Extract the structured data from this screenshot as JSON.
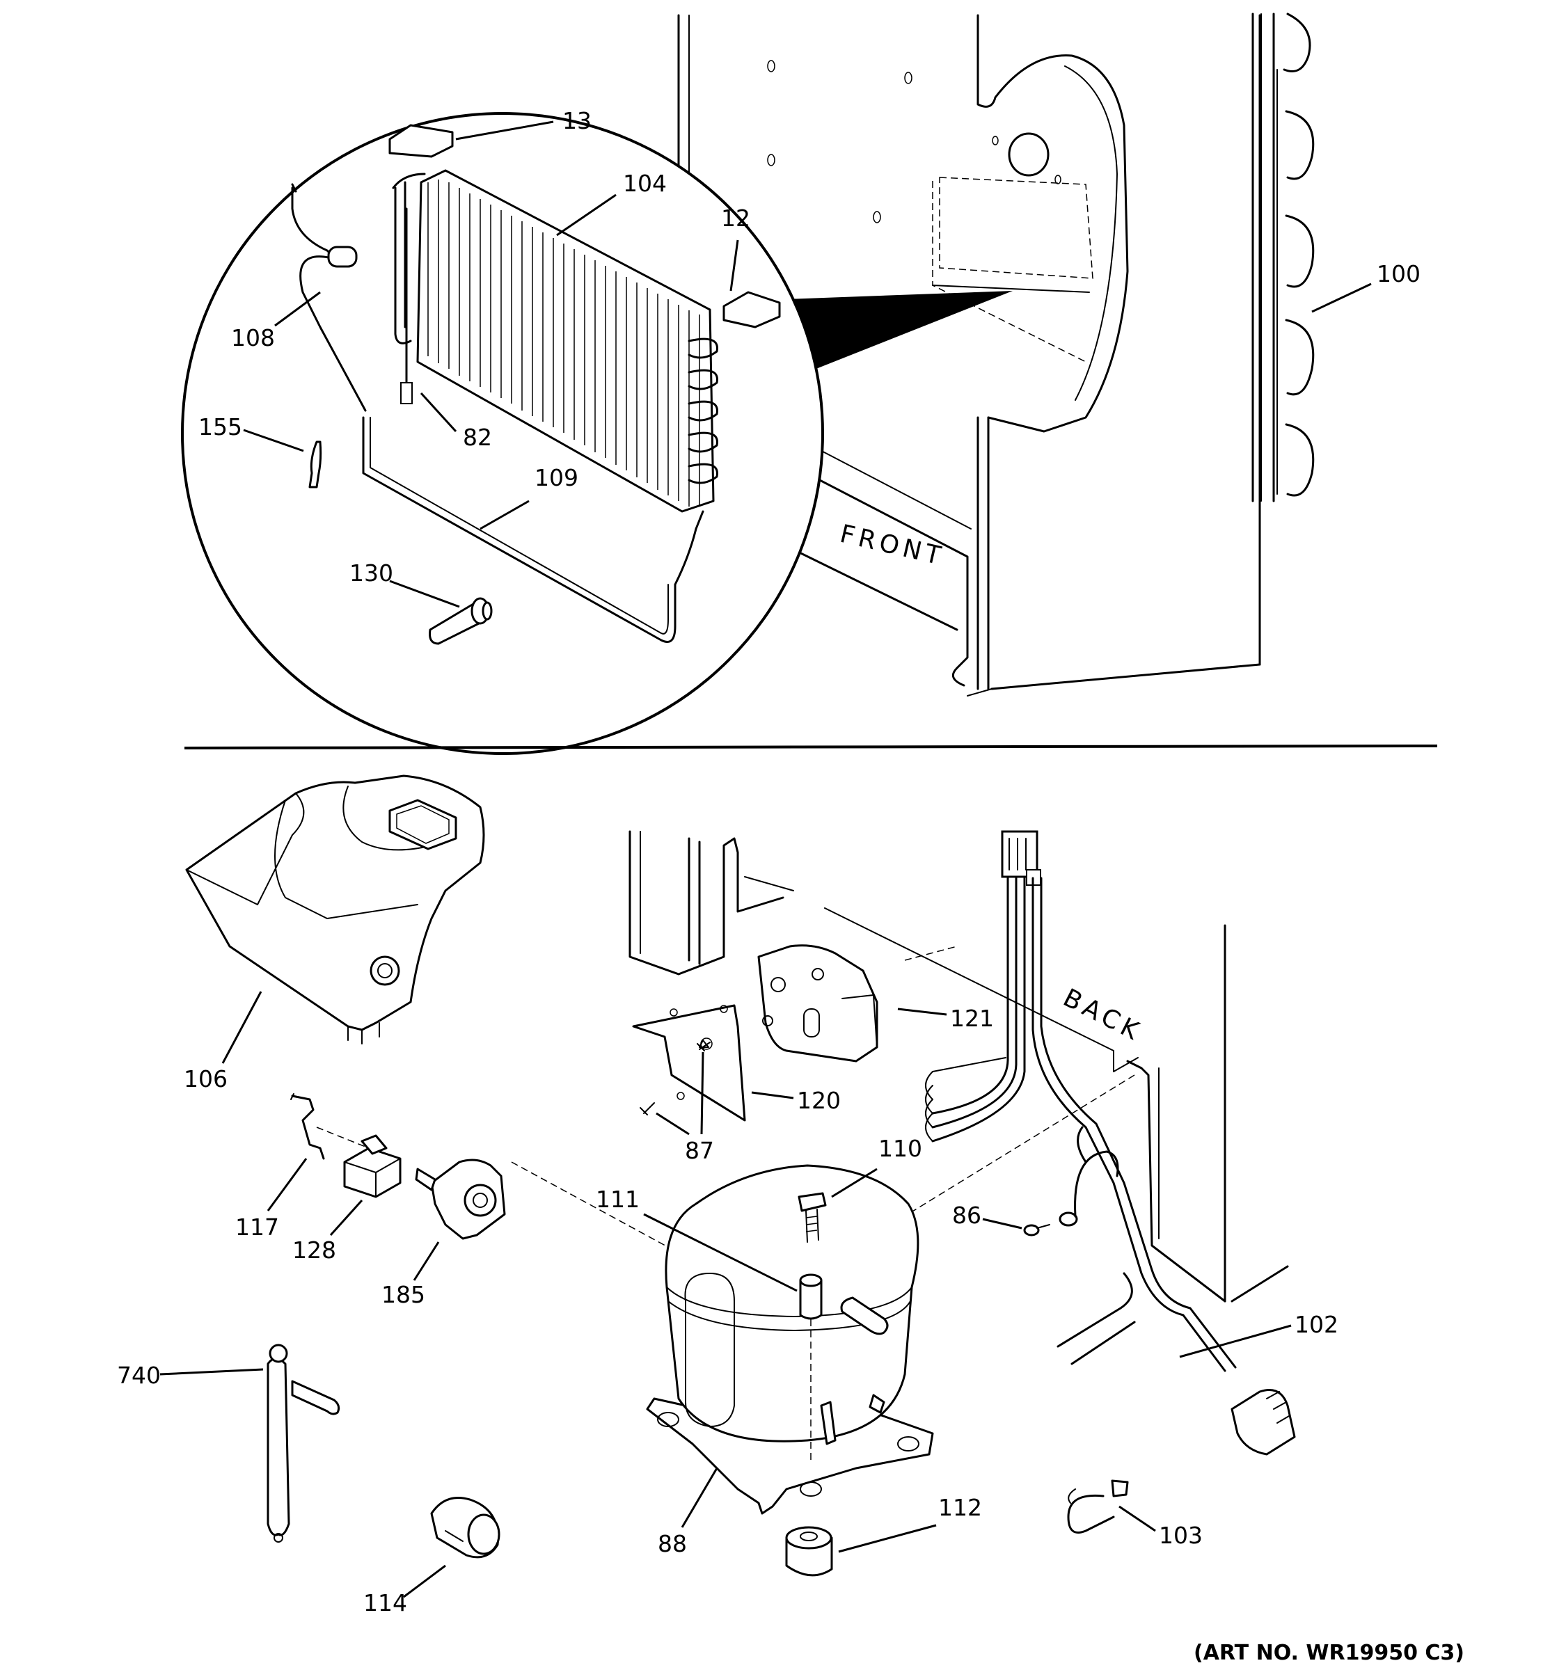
{
  "diagram": {
    "section_labels": {
      "front": "FRONT",
      "back": "BACK"
    },
    "art_number": "(ART NO. WR19950 C3)",
    "callouts": [
      {
        "id": "13",
        "text": "13"
      },
      {
        "id": "104",
        "text": "104"
      },
      {
        "id": "12",
        "text": "12"
      },
      {
        "id": "100",
        "text": "100"
      },
      {
        "id": "108",
        "text": "108"
      },
      {
        "id": "155",
        "text": "155"
      },
      {
        "id": "82",
        "text": "82"
      },
      {
        "id": "109",
        "text": "109"
      },
      {
        "id": "130",
        "text": "130"
      },
      {
        "id": "106",
        "text": "106"
      },
      {
        "id": "121",
        "text": "121"
      },
      {
        "id": "120",
        "text": "120"
      },
      {
        "id": "87",
        "text": "87"
      },
      {
        "id": "110",
        "text": "110"
      },
      {
        "id": "111",
        "text": "111"
      },
      {
        "id": "86",
        "text": "86"
      },
      {
        "id": "117",
        "text": "117"
      },
      {
        "id": "128",
        "text": "128"
      },
      {
        "id": "185",
        "text": "185"
      },
      {
        "id": "102",
        "text": "102"
      },
      {
        "id": "740",
        "text": "740"
      },
      {
        "id": "88",
        "text": "88"
      },
      {
        "id": "112",
        "text": "112"
      },
      {
        "id": "103",
        "text": "103"
      },
      {
        "id": "114",
        "text": "114"
      }
    ]
  }
}
